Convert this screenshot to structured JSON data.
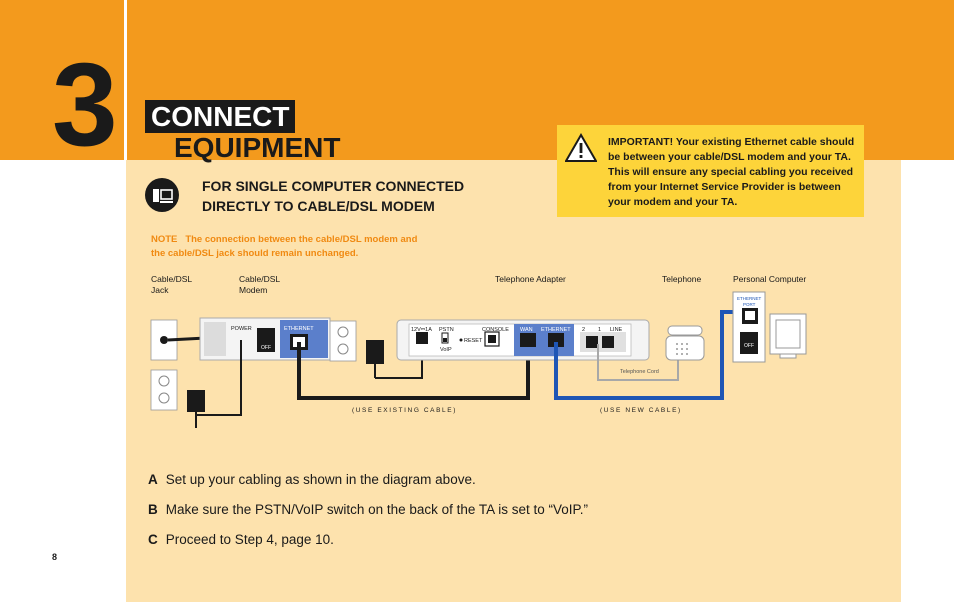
{
  "step_number": "3",
  "title_line1": "CONNECT",
  "title_line2": "EQUIPMENT",
  "important": "IMPORTANT! Your existing Ethernet cable should be between your cable/DSL modem and your TA. This will ensure any special cabling you received from your Internet Service Provider is between your modem and your TA.",
  "subtitle_line1": "FOR SINGLE COMPUTER CONNECTED",
  "subtitle_line2": "DIRECTLY TO CABLE/DSL MODEM",
  "note_label": "NOTE",
  "note_text": "The connection between the cable/DSL modem and the cable/DSL jack should remain unchanged.",
  "diagram": {
    "label_jack_1": "Cable/DSL",
    "label_jack_2": "Jack",
    "label_modem_1": "Cable/DSL",
    "label_modem_2": "Modem",
    "label_ta": "Telephone Adapter",
    "label_phone": "Telephone",
    "label_pc": "Personal Computer",
    "modem_power": "POWER",
    "modem_off": "OFF",
    "modem_ethernet": "ETHERNET",
    "ta_power": "12V⎓1A",
    "ta_pstn": "PSTN",
    "ta_voip": "VoIP",
    "ta_reset": "RESET",
    "ta_console": "CONSOLE",
    "ta_wan": "WAN",
    "ta_ethernet": "ETHERNET",
    "ta_line_2": "2",
    "ta_line_1": "1",
    "ta_line": "LINE",
    "pc_ethernet_port_1": "ETHERNET",
    "pc_ethernet_port_2": "PORT",
    "pc_off": "OFF",
    "telephone_cord": "Telephone Cord",
    "use_existing_cable": "(USE EXISTING CABLE)",
    "use_new_cable": "(USE NEW CABLE)"
  },
  "steps": [
    {
      "letter": "A",
      "text": "Set up your cabling as shown in the diagram above."
    },
    {
      "letter": "B",
      "text": "Make sure the PSTN/VoIP switch on the back of the TA is set to “VoIP.”"
    },
    {
      "letter": "C",
      "text": "Proceed to Step 4, page 10."
    }
  ],
  "page_number": "8",
  "colors": {
    "orange": "#f39a1d",
    "cream": "#fde2ad",
    "yellow": "#fdd43a",
    "new_cable_blue": "#1f56b5",
    "existing_cable_black": "#1a1a1a",
    "note_orange": "#f08a12"
  }
}
